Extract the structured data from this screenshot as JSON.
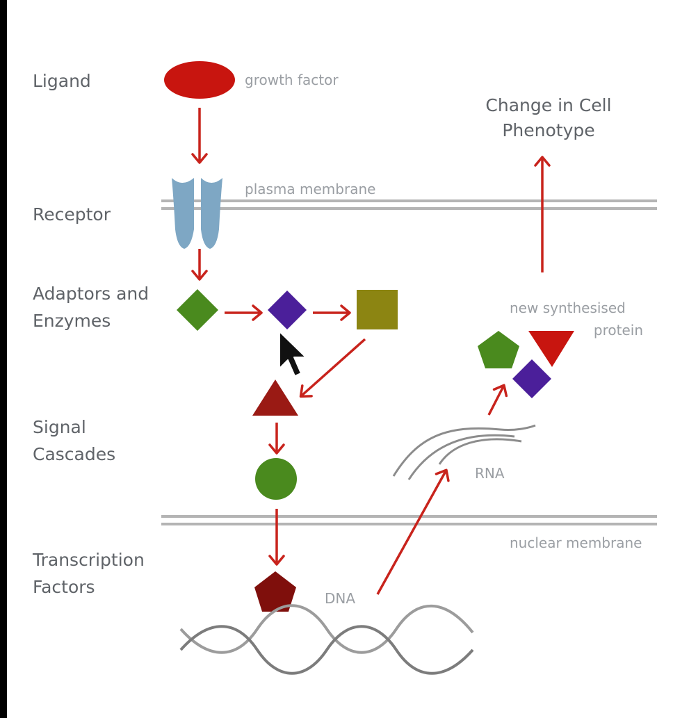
{
  "stage_labels": {
    "ligand": "Ligand",
    "receptor": "Receptor",
    "adaptors_line1": "Adaptors and",
    "adaptors_line2": "Enzymes",
    "signal_line1": "Signal",
    "signal_line2": "Cascades",
    "tf_line1": "Transcription",
    "tf_line2": "Factors"
  },
  "annotations": {
    "growth_factor": "growth factor",
    "plasma_membrane": "plasma membrane",
    "nuclear_membrane": "nuclear membrane",
    "dna": "DNA",
    "rna": "RNA",
    "new_protein_line1": "new synthesised",
    "new_protein_line2": "protein",
    "phenotype_line1": "Change in Cell",
    "phenotype_line2": "Phenotype"
  },
  "colors": {
    "arrow": "#c8231c",
    "ligand": "#c8150f",
    "receptor": "#7ea7c4",
    "membrane": "#b4b4b4",
    "green": "#4a8a1e",
    "purple": "#4b1f9a",
    "olive": "#8c8512",
    "dark_red": "#9a1a14",
    "maroon": "#7f0f0c"
  },
  "icons": {
    "cursor": "mouse-pointer-icon"
  }
}
